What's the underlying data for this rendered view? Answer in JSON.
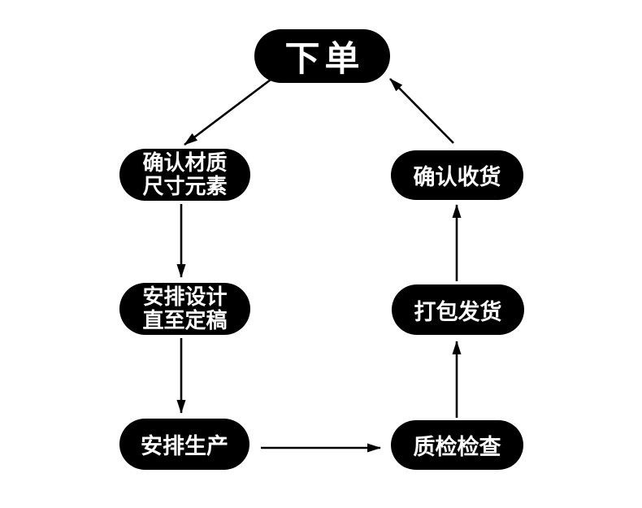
{
  "diagram": {
    "type": "flowchart",
    "colors": {
      "background": "#ffffff",
      "node_fill": "#000000",
      "node_text": "#ffffff",
      "arrow": "#000000"
    },
    "nodes": {
      "order": {
        "label": "下单"
      },
      "confirm_material": {
        "line1": "确认材质",
        "line2": "尺寸元素"
      },
      "arrange_design": {
        "line1": "安排设计",
        "line2": "直至定稿"
      },
      "arrange_production": {
        "label": "安排生产"
      },
      "confirm_receipt": {
        "label": "确认收货"
      },
      "pack_ship": {
        "label": "打包发货"
      },
      "quality_check": {
        "label": "质检检查"
      }
    },
    "edges": [
      {
        "from": "order",
        "to": "confirm_material"
      },
      {
        "from": "confirm_material",
        "to": "arrange_design"
      },
      {
        "from": "arrange_design",
        "to": "arrange_production"
      },
      {
        "from": "arrange_production",
        "to": "quality_check"
      },
      {
        "from": "quality_check",
        "to": "pack_ship"
      },
      {
        "from": "pack_ship",
        "to": "confirm_receipt"
      },
      {
        "from": "confirm_receipt",
        "to": "order"
      }
    ]
  }
}
